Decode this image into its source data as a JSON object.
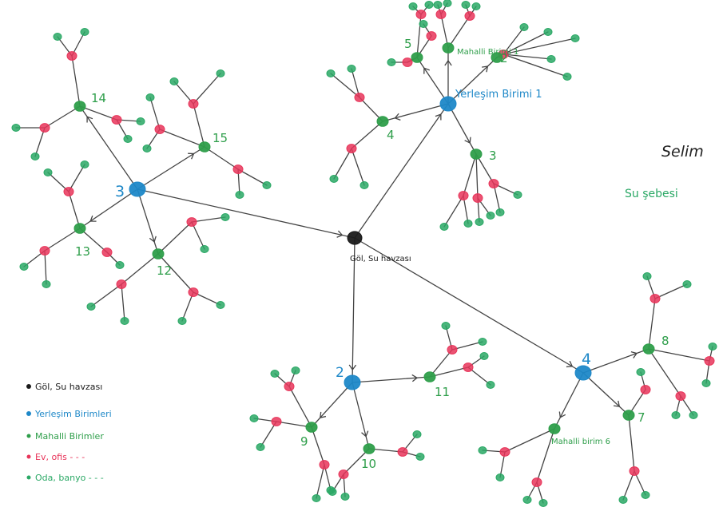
{
  "colors": {
    "ink": "#444444",
    "center": "#1a1a1a",
    "blue": "#1e88c8",
    "green": "#2e9e4a",
    "red": "#e8355a",
    "teal": "#2aa865"
  },
  "title": "Selim",
  "subtitle": "Su şebesi",
  "center_label": "Göl, Su havzası",
  "labels": {
    "hub_1": "Yerleşim Birimi 1",
    "hub_2": "2",
    "hub_3": "3",
    "hub_4": "4",
    "n5": "5",
    "n_mb1": "Mahalli Birimi 1",
    "n2": "2",
    "n4": "4",
    "n3": "3",
    "n14": "14",
    "n15": "15",
    "n13": "13",
    "n12": "12",
    "n9": "9",
    "n10": "10",
    "n11": "11",
    "n8": "8",
    "n7": "7",
    "n_mb6": "Mahalli birim 6"
  },
  "legend": {
    "items": [
      {
        "text": "Göl, Su havzası",
        "color": "center"
      },
      {
        "text": "Yerleşim Birimleri",
        "color": "blue"
      },
      {
        "text": "Mahalli Birimler",
        "color": "green"
      },
      {
        "text": "Ev, ofis - - -",
        "color": "red"
      },
      {
        "text": "Oda, banyo - - -",
        "color": "teal"
      }
    ]
  }
}
